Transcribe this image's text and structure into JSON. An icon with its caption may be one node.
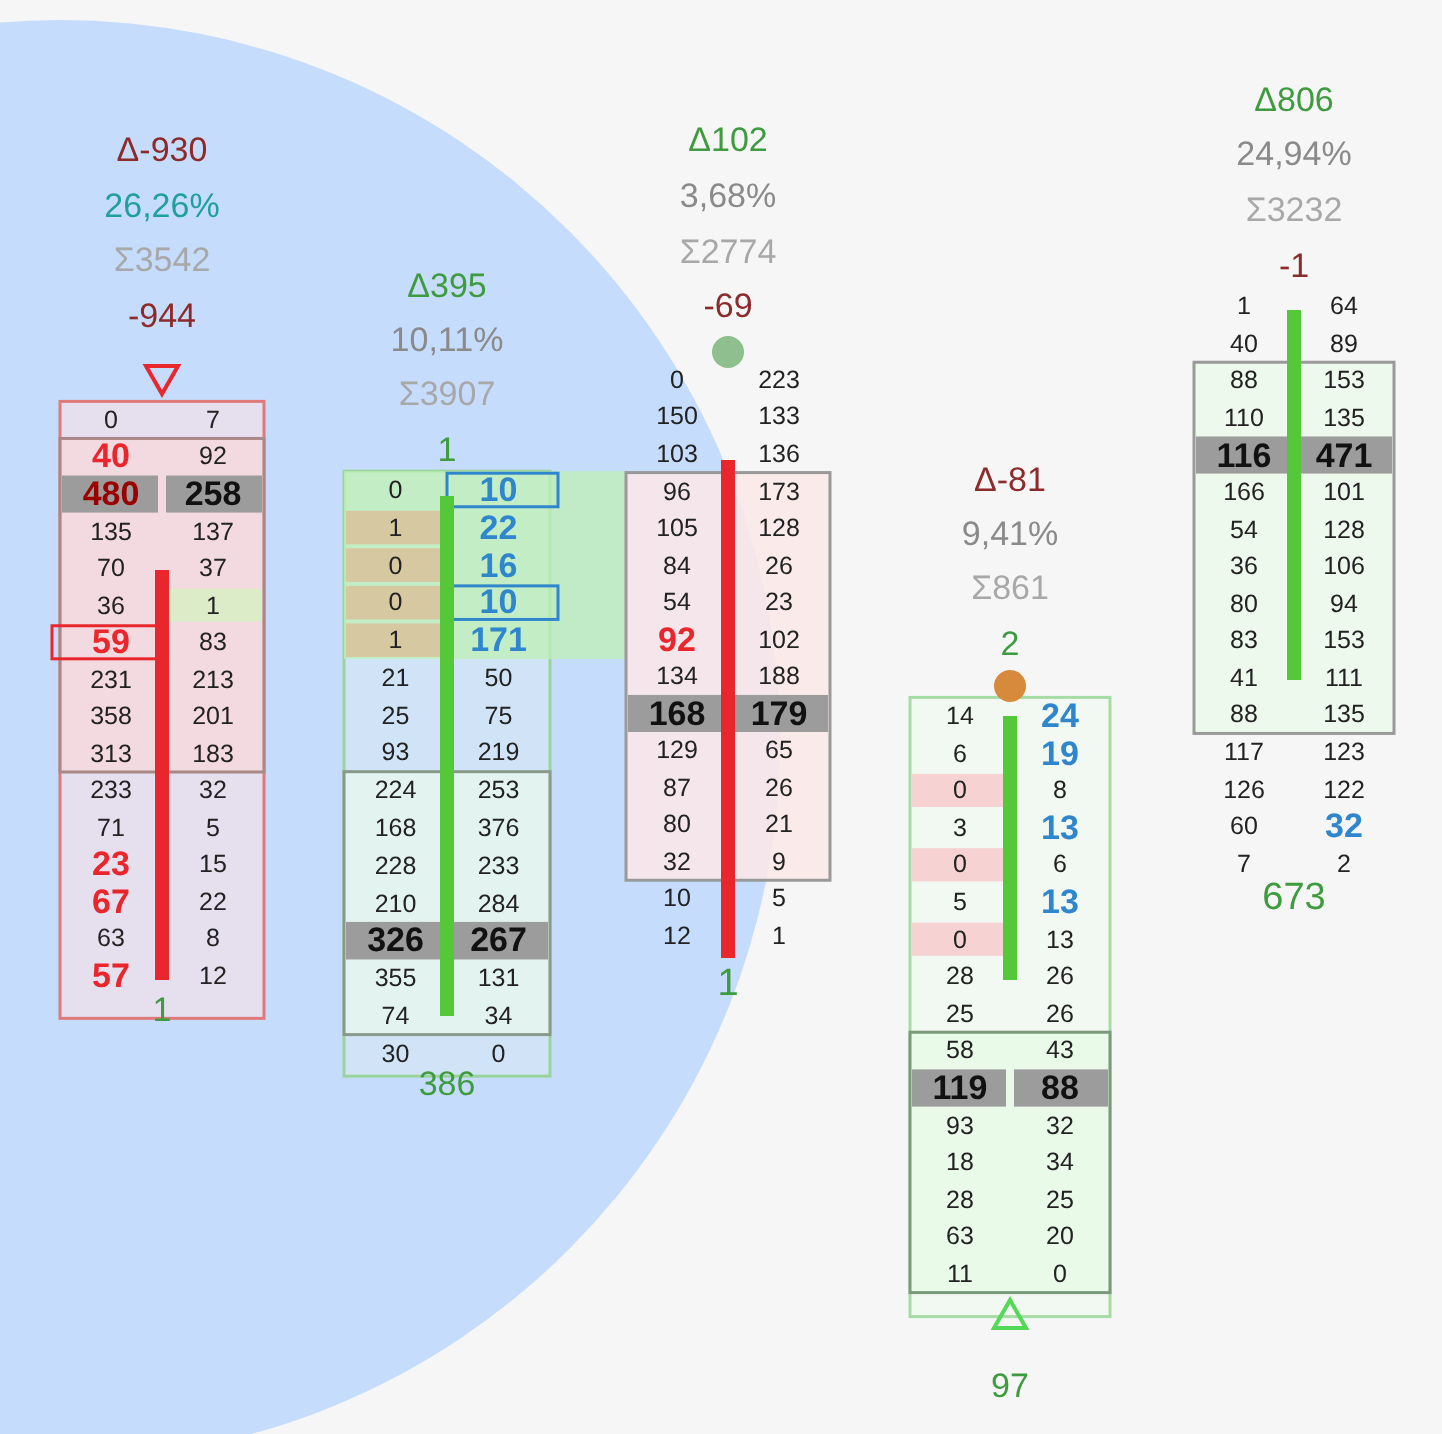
{
  "diagram": {
    "nodes": [
      {
        "text": [
          "Δ-930",
          "26,26%",
          "Σ3542",
          "-944",
          "0",
          "7",
          "40",
          "92",
          "480",
          "258",
          "135",
          "137",
          "70",
          "37",
          "36",
          "1",
          "59",
          "83",
          "231",
          "213",
          "358",
          "201",
          "313",
          "183",
          "233",
          "32",
          "71",
          "5",
          "23",
          "15",
          "67",
          "22",
          "63",
          "8",
          "57",
          "12",
          "1"
        ]
      },
      {
        "text": [
          "Δ395",
          "10,11%",
          "Σ3907",
          "1",
          "0",
          "10",
          "1",
          "22",
          "0",
          "16",
          "0",
          "10",
          "1",
          "171",
          "21",
          "50",
          "25",
          "75",
          "93",
          "219",
          "224",
          "253",
          "168",
          "376",
          "228",
          "233",
          "210",
          "284",
          "326",
          "267",
          "355",
          "131",
          "74",
          "34",
          "30",
          "0",
          "386"
        ]
      },
      {
        "text": [
          "Δ102",
          "3,68%",
          "Σ2774",
          "-69",
          "0",
          "223",
          "150",
          "133",
          "103",
          "136",
          "96",
          "173",
          "105",
          "128",
          "84",
          "26",
          "54",
          "23",
          "92",
          "102",
          "134",
          "188",
          "168",
          "179",
          "129",
          "65",
          "87",
          "26",
          "80",
          "21",
          "32",
          "9",
          "10",
          "5",
          "12",
          "1",
          "1"
        ]
      },
      {
        "text": [
          "Δ-81",
          "9,41%",
          "Σ861",
          "2",
          "14",
          "24",
          "6",
          "19",
          "0",
          "8",
          "3",
          "13",
          "0",
          "6",
          "5",
          "13",
          "0",
          "13",
          "28",
          "26",
          "25",
          "26",
          "58",
          "43",
          "119",
          "88",
          "93",
          "32",
          "18",
          "34",
          "28",
          "25",
          "63",
          "20",
          "11",
          "0",
          "97"
        ]
      },
      {
        "text": [
          "Δ806",
          "24,94%",
          "Σ3232",
          "-1",
          "1",
          "64",
          "40",
          "89",
          "88",
          "153",
          "110",
          "135",
          "116",
          "471",
          "166",
          "101",
          "54",
          "128",
          "36",
          "106",
          "80",
          "94",
          "83",
          "153",
          "41",
          "111",
          "88",
          "135",
          "117",
          "123",
          "126",
          "122",
          "60",
          "32",
          "7",
          "2",
          "673"
        ]
      }
    ]
  }
}
